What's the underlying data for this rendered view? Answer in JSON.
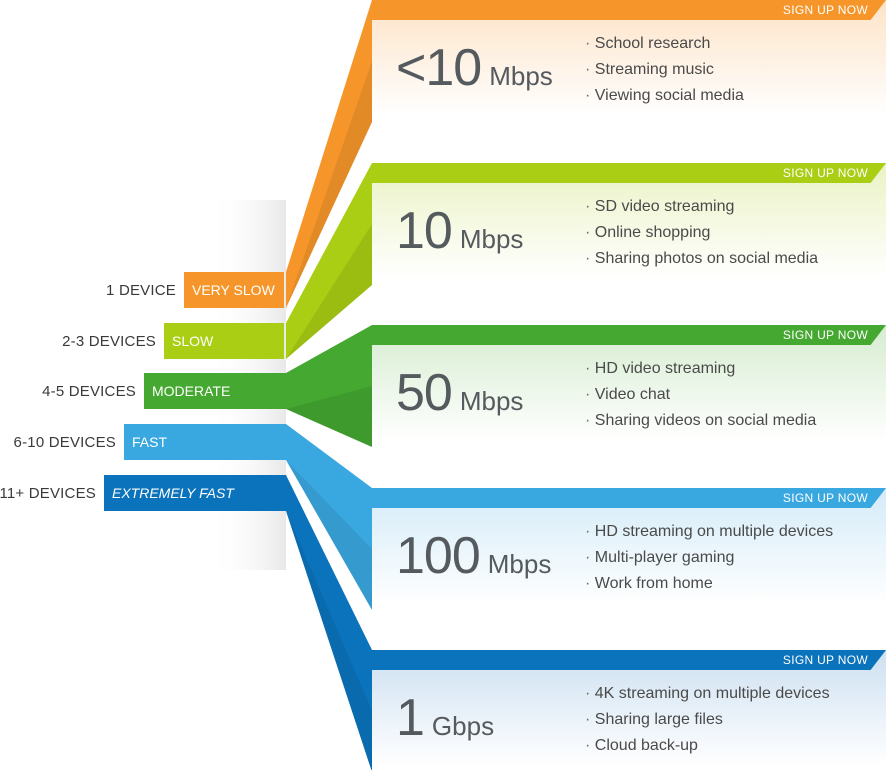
{
  "colors": {
    "orange": "#f6962a",
    "lime": "#a9ce13",
    "green": "#45a831",
    "lightblue": "#3aa8e0",
    "darkblue": "#0a73bc"
  },
  "devices": [
    {
      "label": "1 DEVICE",
      "speed": "VERY SLOW",
      "color": "#f6962a"
    },
    {
      "label": "2-3 DEVICES",
      "speed": "SLOW",
      "color": "#a9ce13"
    },
    {
      "label": "4-5 DEVICES",
      "speed": "MODERATE",
      "color": "#45a831"
    },
    {
      "label": "6-10 DEVICES",
      "speed": "FAST",
      "color": "#3aa8e0"
    },
    {
      "label": "11+ DEVICES",
      "speed": "EXTREMELY FAST",
      "color": "#0a73bc"
    }
  ],
  "tiers": [
    {
      "number": "<10",
      "unit": "Mbps",
      "signup": "SIGN UP NOW",
      "color": "#f6962a",
      "tint": "#fde3c7",
      "uses": [
        "School research",
        "Streaming music",
        "Viewing social media"
      ]
    },
    {
      "number": "10",
      "unit": "Mbps",
      "signup": "SIGN UP NOW",
      "color": "#a9ce13",
      "tint": "#eaf3c4",
      "uses": [
        "SD video streaming",
        "Online shopping",
        "Sharing photos on social media"
      ]
    },
    {
      "number": "50",
      "unit": "Mbps",
      "signup": "SIGN UP NOW",
      "color": "#45a831",
      "tint": "#d6ecd0",
      "uses": [
        "HD video streaming",
        "Video chat",
        "Sharing videos on social media"
      ]
    },
    {
      "number": "100",
      "unit": "Mbps",
      "signup": "SIGN UP NOW",
      "color": "#3aa8e0",
      "tint": "#d3ebf8",
      "uses": [
        "HD streaming on multiple devices",
        "Multi-player gaming",
        "Work from home"
      ]
    },
    {
      "number": "1",
      "unit": "Gbps",
      "signup": "SIGN UP NOW",
      "color": "#0a73bc",
      "tint": "#cde0f1",
      "uses": [
        "4K streaming on multiple devices",
        "Sharing large files",
        "Cloud back-up"
      ]
    }
  ]
}
